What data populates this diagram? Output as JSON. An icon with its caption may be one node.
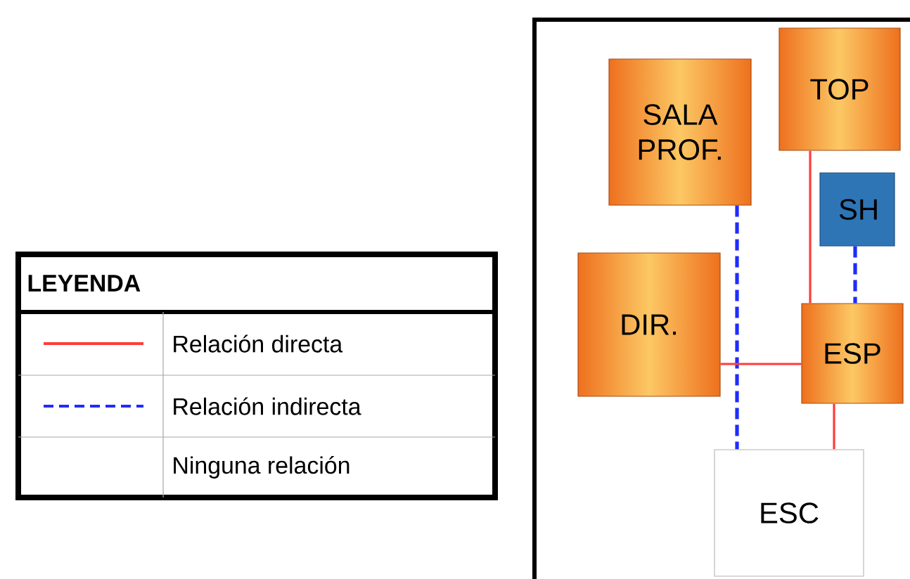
{
  "diagram": {
    "nodes": [
      {
        "text": [
          "SALA PROF."
        ]
      },
      {
        "text": [
          "TOP"
        ]
      },
      {
        "text": [
          "SH"
        ]
      },
      {
        "text": [
          "DIR."
        ]
      },
      {
        "text": [
          "ESP"
        ]
      },
      {
        "text": [
          "ESC"
        ]
      }
    ],
    "edges": [
      {
        "from": 0,
        "to": 5,
        "arrow": "none",
        "style": "dashed",
        "color": "#1f2bff"
      },
      {
        "from": 1,
        "to": 4,
        "arrow": "none"
      },
      {
        "from": 2,
        "to": 4,
        "arrow": "none",
        "style": "dashed",
        "color": "#1f2bff"
      },
      {
        "from": 3,
        "to": 4,
        "arrow": "none"
      },
      {
        "from": 4,
        "to": 5,
        "arrow": "none"
      }
    ],
    "labels": [
      "LEYENDA"
    ],
    "legend": [
      {
        "text": "Relación directa"
      },
      {
        "text": "Relación indirecta"
      },
      {
        "text": "Ninguna relación"
      }
    ]
  }
}
